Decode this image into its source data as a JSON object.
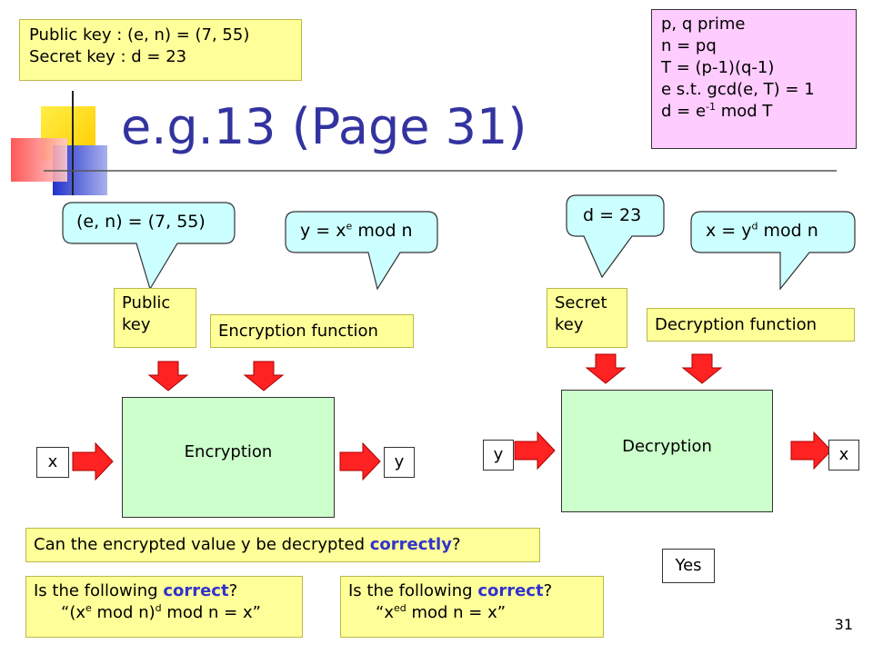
{
  "slide": {
    "title": "e.g.13 (Page 31)",
    "page_number": "31"
  },
  "keys_box": {
    "line1": "Public key : (e, n) = (7, 55)",
    "line2": "Secret key : d = 23"
  },
  "rsa_box": {
    "line1": "p, q prime",
    "line2": "n = pq",
    "line3": "T = (p-1)(q-1)",
    "line4": "e s.t. gcd(e, T) = 1",
    "line5_base": "d = e",
    "line5_sup": "-1",
    "line5_rest": " mod T"
  },
  "encryption": {
    "callout_key": "(e, n) = (7, 55)",
    "callout_func_pre": "y = x",
    "callout_func_sup": "e",
    "callout_func_post": " mod n",
    "key_label_1": "Public",
    "key_label_2": "key",
    "function_label": "Encryption function",
    "box_label": "Encryption",
    "input": "x",
    "output": "y"
  },
  "decryption": {
    "callout_key": "d = 23",
    "callout_func_pre": "x = y",
    "callout_func_sup": "d",
    "callout_func_post": " mod n",
    "key_label_1": "Secret",
    "key_label_2": "key",
    "function_label": "Decryption function",
    "box_label": "Decryption",
    "input": "y",
    "output": "x"
  },
  "question": {
    "pre": "Can the encrypted value y be decrypted ",
    "highlight": "correctly",
    "post": "?"
  },
  "answer": "Yes",
  "check1": {
    "pre": "Is the following ",
    "highlight": "correct",
    "post": "?",
    "formula_a": "“(x",
    "formula_sup1": "e",
    "formula_b": " mod n)",
    "formula_sup2": "d",
    "formula_c": " mod n = x”"
  },
  "check2": {
    "pre": "Is the following ",
    "highlight": "correct",
    "post": "?",
    "formula_a": "“x",
    "formula_sup1": "ed",
    "formula_b": " mod n = x”"
  },
  "colors": {
    "title": "#3333a0",
    "highlight": "#3333cc",
    "arrow_red": "#ff2222",
    "callout_cyan": "#ccffff",
    "note_yellow": "#ffff99",
    "note_pink": "#ffccff",
    "box_green": "#ccffcc"
  }
}
